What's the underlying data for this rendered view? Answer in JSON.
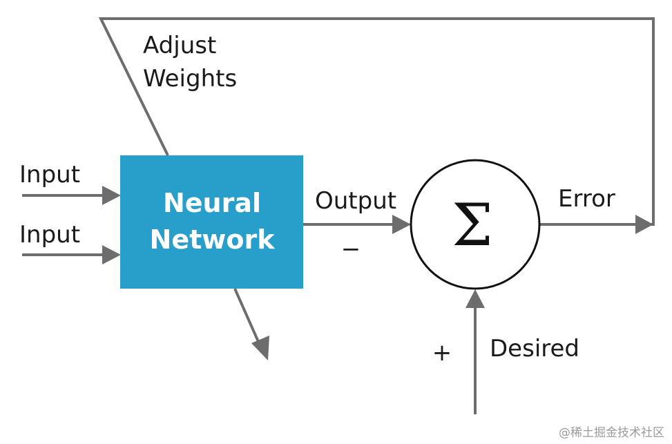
{
  "diagram": {
    "input_1": "Input",
    "input_2": "Input",
    "network_line1": "Neural",
    "network_line2": "Network",
    "output": "Output",
    "minus": "−",
    "sigma": "Σ",
    "error": "Error",
    "adjust_line1": "Adjust",
    "adjust_line2": "Weights",
    "plus": "+",
    "desired": "Desired"
  },
  "watermark": "@稀土掘金技术社区",
  "colors": {
    "network_fill": "#289fca",
    "arrow": "#6d6d6d",
    "text": "#1a1a1a",
    "circle_stroke": "#111111"
  }
}
